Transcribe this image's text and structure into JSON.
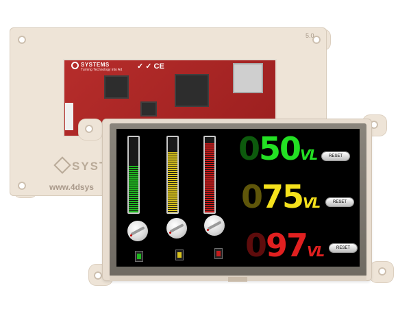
{
  "board": {
    "version_label": "5.0",
    "brand_text": "SYSTEMS",
    "brand_subtext": "Turning Technology into Art",
    "cert_marks": "✓ ✓ CE",
    "back_logo_text": "SYSTE",
    "back_url_text": "www.4dsys"
  },
  "display": {
    "meters": [
      {
        "name": "green",
        "level": 0.62
      },
      {
        "name": "yellow",
        "level": 0.8
      },
      {
        "name": "red",
        "level": 0.92
      }
    ],
    "readouts": [
      {
        "dim_digit": "0",
        "value_digits": "50",
        "unit": "VL",
        "color": "#23e023",
        "dim_color": "#0d5a0d",
        "button": "RESET"
      },
      {
        "dim_digit": "0",
        "value_digits": "75",
        "unit": "VL",
        "color": "#f5e11c",
        "dim_color": "#5f560a",
        "button": "RESET"
      },
      {
        "dim_digit": "0",
        "value_digits": "97",
        "unit": "VL",
        "color": "#e02020",
        "dim_color": "#5e0c0c",
        "button": "RESET"
      }
    ]
  },
  "colors": {
    "green": "#1fb81f",
    "yellow": "#d9c31d",
    "red": "#c51b1b",
    "pcb": "#a82424",
    "case": "#eee4d7"
  }
}
